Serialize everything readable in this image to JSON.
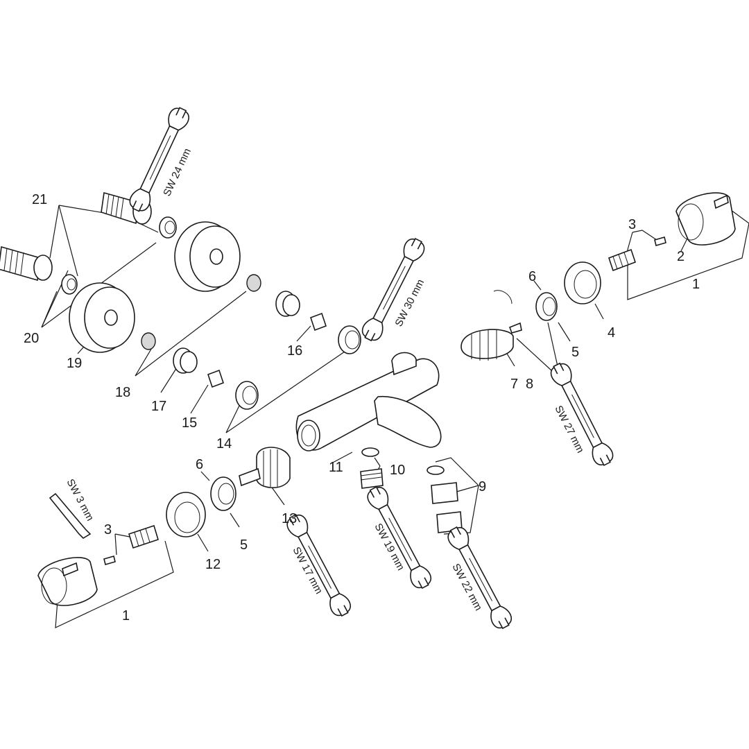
{
  "diagram": {
    "part_labels": {
      "l1a": "1",
      "l1b": "1",
      "l2": "2",
      "l3a": "3",
      "l3b": "3",
      "l4": "4",
      "l5a": "5",
      "l5b": "5",
      "l6a": "6",
      "l6b": "6",
      "l7": "7",
      "l8": "8",
      "l9": "9",
      "l10": "10",
      "l11": "11",
      "l12": "12",
      "l13": "13",
      "l14": "14",
      "l15": "15",
      "l16": "16",
      "l17": "17",
      "l18": "18",
      "l19": "19",
      "l20": "20",
      "l21": "21"
    },
    "wrench_labels": {
      "sw24": "SW 24 mm",
      "sw30": "SW 30 mm",
      "sw27": "SW 27 mm",
      "sw3": "SW 3 mm",
      "sw17": "SW 17 mm",
      "sw19": "SW 19 mm",
      "sw22": "SW 22 mm"
    }
  }
}
